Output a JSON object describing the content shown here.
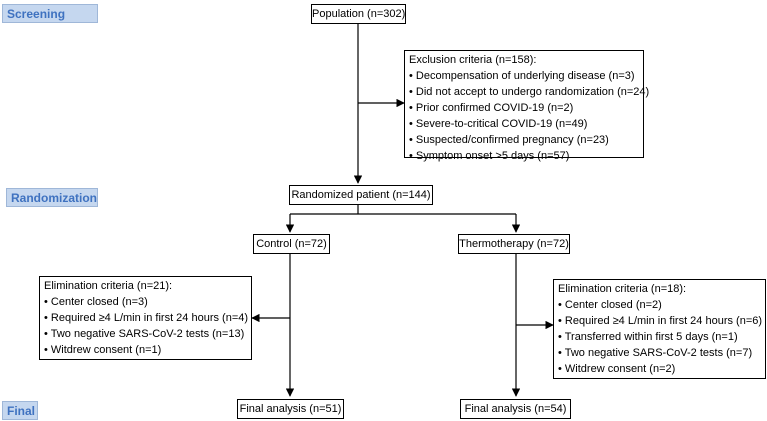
{
  "stages": {
    "screening": "Screening",
    "randomization": "Randomization",
    "final": "Final"
  },
  "population": "Population (n=302)",
  "exclusion": {
    "title": "Exclusion criteria (n=158):",
    "items": [
      "Decompensation of underlying disease (n=3)",
      "Did not accept to undergo randomization (n=24)",
      "Prior confirmed COVID-19 (n=2)",
      "Severe-to-critical COVID-19 (n=49)",
      "Suspected/confirmed pregnancy (n=23)",
      "Symptom onset >5 days (n=57)"
    ]
  },
  "randomized": "Randomized patient (n=144)",
  "control": {
    "label": "Control (n=72)",
    "elimination_title": "Elimination criteria (n=21):",
    "elimination_items": [
      "Center closed (n=3)",
      "Required  ≥4 L/min in first 24 hours (n=4)",
      "Two negative SARS-CoV-2 tests (n=13)",
      "Witdrew consent (n=1)"
    ],
    "final": "Final analysis (n=51)"
  },
  "thermotherapy": {
    "label": "Thermotherapy (n=72)",
    "elimination_title": "Elimination criteria (n=18):",
    "elimination_items": [
      "Center closed (n=2)",
      "Required  ≥4 L/min in first 24 hours (n=6)",
      "Transferred within first 5 days (n=1)",
      "Two negative SARS-CoV-2 tests (n=7)",
      "Witdrew consent (n=2)"
    ],
    "final": "Final analysis (n=54)"
  }
}
